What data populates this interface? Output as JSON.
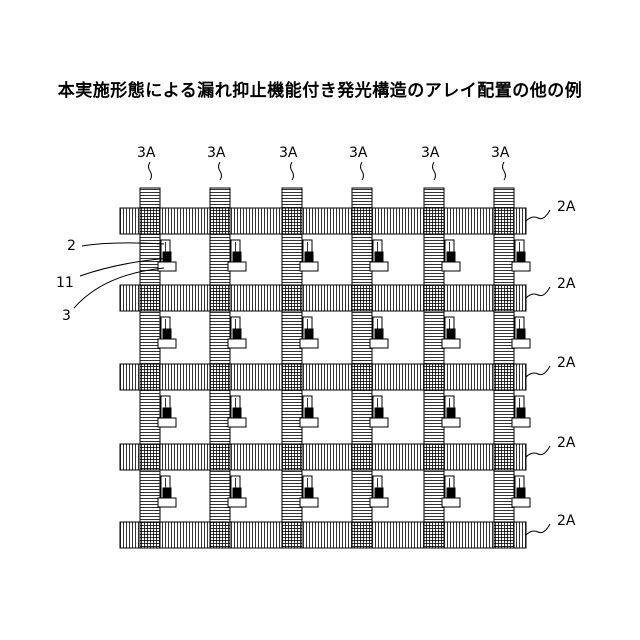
{
  "title": "本実施形態による漏れ抑止機能付き発光構造のアレイ配置の他の例",
  "labels": {
    "column_line": "3A",
    "row_line": "2A",
    "element_2": "2",
    "element_11": "11",
    "element_3": "3"
  },
  "layout": {
    "columns": 6,
    "rows": 5
  },
  "colors": {
    "line": "#000000",
    "background": "#ffffff",
    "dark_block": "#000000"
  }
}
